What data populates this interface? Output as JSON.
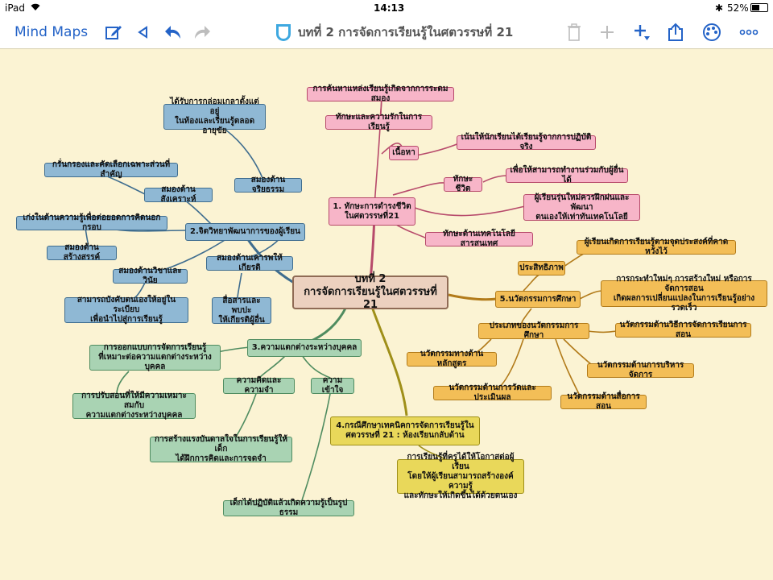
{
  "status": {
    "device": "iPad",
    "time": "14:13",
    "battery": "52%"
  },
  "toolbar": {
    "app": "Mind Maps",
    "title": "บทที่ 2 การจัดการเรียนรู้ในศตวรรษที่ 21"
  },
  "colors": {
    "pink": "#f7b5c8",
    "blue": "#8fb8d4",
    "green": "#a9d3b3",
    "orange": "#f3be57",
    "yellow": "#e9d85a",
    "root": "#ecd1bf",
    "background": "#fbf3d3"
  },
  "mindmap": {
    "root": "บทที่ 2\nการจัดการเรียนรู้ในศตวรรษที่ 21",
    "b1": {
      "main": "1. ทักษะการดำรงชีวิต\nในศตวรรษที่21",
      "content": "เนื้อหา",
      "c1": "การค้นหาแหล่งเรียนรู้เกิดจากการระดมสมอง",
      "c2": "ทักษะและความรักในการเรียนรู้",
      "c3": "เน้นให้นักเรียนได้เรียนรู้จากการปฏิบัติจริง",
      "life": "ทักษะชีวิต",
      "l1": "เพื่อให้สามารถทำงานร่วมกับผู้อื่นได้",
      "l2": "ผู้เรียนรุ่นใหม่ควรฝึกฝนและพัฒนา\nตนเองให้เท่าทันเทคโนโลยี",
      "tech": "ทักษะด้านเทคโนโลยีสารสนเทศ"
    },
    "b2": {
      "main": "2.จิตวิทยาพัฒนาการของผู้เรียน",
      "moral": "สมองด้านจริยธรรม",
      "moral_d": "ได้รับการกล่อมเกลาตั้งแต่อยู่\nในท้องและเรียนรู้ตลอดอายุขัย",
      "synth": "สมองด้านสังเคราะห์",
      "synth_d": "กรั่นกรองและคัดเลือกเฉพาะส่วนที่สำคัญ",
      "create": "สมองด้านสร้างสรรค์",
      "create_d": "เก่งในด้านความรู้เพื่อต่อยอดการคิดนอกกรอบ",
      "disc": "สมองด้านวิชาและวินัย",
      "disc_d": "สามารถบังคับตนเองให้อยู่ในระเบียบ\nเพื่อนำไปสู่การเรียนรู้",
      "respect": "สมองด้านเคารพให้เกียรติ",
      "respect_d": "สื่อสารและพบปะ\nให้เกียรติผู้อื่น"
    },
    "b3": {
      "main": "3.ความแตกต่างระหว่างบุคคล",
      "d1": "การออกแบบการจัดการเรียนรู้\nที่เหมาะต่อความแตกต่างระหว่างบุคคล",
      "d2": "การปรับสอนที่ให้มีความเหมาะสมกับ\nความแตกต่างระหว่างบุคคล",
      "think": "ความคิดและความจำ",
      "think_d": "การสร้างแรงบันดาลใจในการเรียนรู้ให้เด็ก\nได้ฝึกการคิดและการจดจำ",
      "under": "ความเข้าใจ",
      "under_d": "เด็กได้ปฏิบัติแล้วเกิดความรู้เป็นรูปธรรม"
    },
    "b4": {
      "main": "4.กรณีศึกษาเทคนิคการจัดการเรียนรู้ใน\nศตวรรษที่ 21 : ห้องเรียนกลับด้าน",
      "d1": "การเรียนรู้ที่ครูได้ให้โอกาสต่อผู้เรียน\nโดยให้ผู้เรียนสามารถสร้างองค์ความรู้\nและทักษะให้เกิดขึ้นได้ด้วยตนเอง"
    },
    "b5": {
      "main": "5.นวัตกรรมการศึกษา",
      "eff": "ประสิทธิภาพ",
      "eff_d1": "ผู้เรียนเกิดการเรียนรู้ตามจุดประสงค์ที่คาดหวังไว้",
      "eff_d2": "การกระทำใหม่ๆ การสร้างใหม่ หรือการจัดการสอน\nเกิดผลการเปลี่ยนแปลงในการเรียนรู้อย่างรวดเร็ว",
      "types": "ประเภทของนวัตกรรมการศึกษา",
      "t1": "นวัตกรรมด้านวิธีการจัดการเรียนการสอน",
      "t2": "นวัตกรรมทางด้านหลักสูตร",
      "t3": "นวัตกรรมด้านการบริหารจัดการ",
      "t4": "นวัตกรรมด้านการวัดและประเมินผล",
      "t5": "นวัตกรรมด้านสื่อการสอน"
    }
  }
}
